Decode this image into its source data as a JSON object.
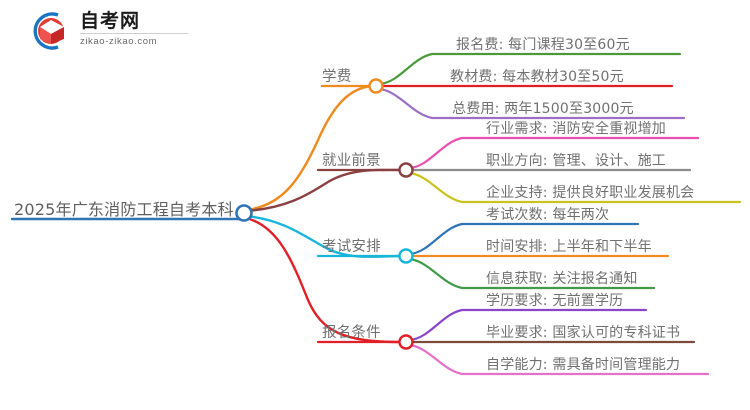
{
  "logo": {
    "name_cn": "自考网",
    "url": "zikao-zikao.com",
    "mark_arc_color": "#1a74c4",
    "mark_cap_color": "#d8322a"
  },
  "mindmap": {
    "root": {
      "label": "2025年广东消防工程自考本科",
      "color": "#2f74b5"
    },
    "branches": [
      {
        "label": "学费",
        "color": "#ef8a1f",
        "children": [
          {
            "label": "报名费: 每门课程30至60元",
            "color": "#4a9a3a"
          },
          {
            "label": "教材费: 每本教材30至50元",
            "color": "#e02020"
          },
          {
            "label": "总费用: 两年1500至3000元",
            "color": "#9a6fc4"
          }
        ]
      },
      {
        "label": "就业前景",
        "color": "#8a4040",
        "children": [
          {
            "label": "行业需求: 消防安全重视增加",
            "color": "#e84fb0"
          },
          {
            "label": "职业方向: 管理、设计、施工",
            "color": "#8d8d8d"
          },
          {
            "label": "企业支持: 提供良好职业发展机会",
            "color": "#c9c41c"
          }
        ]
      },
      {
        "label": "考试安排",
        "color": "#17b6d8",
        "children": [
          {
            "label": "考试次数: 每年两次",
            "color": "#2f74b5"
          },
          {
            "label": "时间安排: 上半年和下半年",
            "color": "#f28b21"
          },
          {
            "label": "信息获取: 关注报名通知",
            "color": "#3f9b48"
          }
        ]
      },
      {
        "label": "报名条件",
        "color": "#e01f26",
        "children": [
          {
            "label": "学历要求: 无前置学历",
            "color": "#8b45c8"
          },
          {
            "label": "毕业要求: 国家认可的专科证书",
            "color": "#7d4a3a"
          },
          {
            "label": "自学能力: 需具备时间管理能力",
            "color": "#e470c8"
          }
        ]
      }
    ]
  }
}
